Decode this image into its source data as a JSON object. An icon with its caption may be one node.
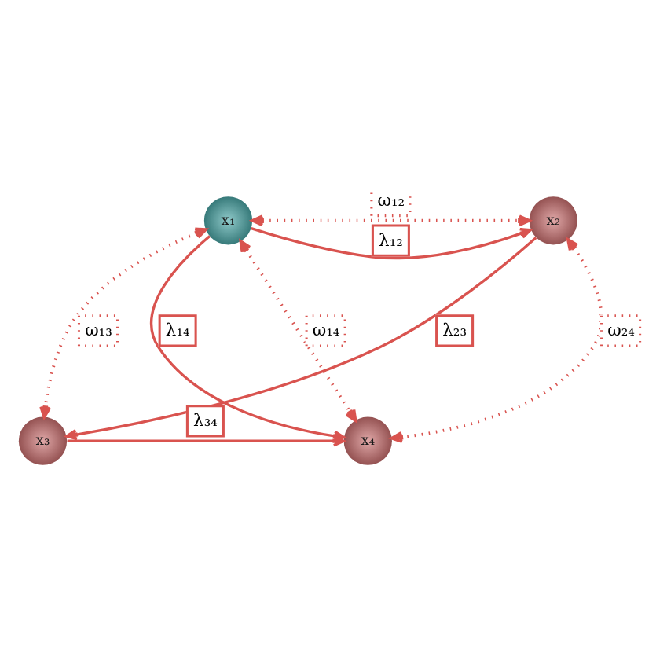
{
  "diagram": {
    "nodes": [
      {
        "text": [
          "x₁"
        ]
      },
      {
        "text": [
          "x₂"
        ]
      },
      {
        "text": [
          "x₃"
        ]
      },
      {
        "text": [
          "x₄"
        ]
      }
    ],
    "edges": [
      {
        "from": 0,
        "to": 1,
        "arrow": "both",
        "label": "ω₁₂",
        "style": "dashed"
      },
      {
        "from": 0,
        "to": 1,
        "arrow": "to",
        "label": "λ₁₂"
      },
      {
        "from": 0,
        "to": 3,
        "arrow": "to",
        "label": "λ₁₄"
      },
      {
        "from": 1,
        "to": 2,
        "arrow": "to",
        "label": "λ₂₃"
      },
      {
        "from": 0,
        "to": 2,
        "arrow": "both",
        "label": "ω₁₃",
        "style": "dashed"
      },
      {
        "from": 1,
        "to": 3,
        "arrow": "both",
        "label": "ω₂₄",
        "style": "dashed"
      },
      {
        "from": 0,
        "to": 3,
        "arrow": "both",
        "label": "ω₁₄",
        "style": "dashed"
      },
      {
        "from": 2,
        "to": 3,
        "arrow": "to",
        "label": "λ₃₄"
      }
    ]
  }
}
